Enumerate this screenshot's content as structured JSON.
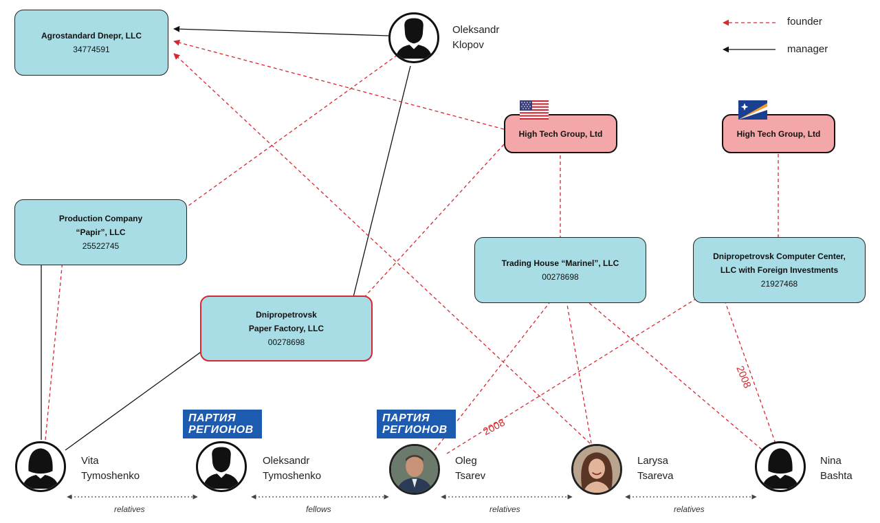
{
  "legend": {
    "founder": "founder",
    "manager": "manager"
  },
  "colors": {
    "founder": "#d7262f",
    "manager": "#111111",
    "company": "#a8dde6",
    "foreign": "#f4a7a9"
  },
  "companies": {
    "agrostandard": {
      "name": "Agrostandard Dnepr, LLC",
      "code": "34774591"
    },
    "papir": {
      "name": "Production Company\n“Papir”, LLC",
      "code": "25522745"
    },
    "paper_factory": {
      "name": "Dnipropetrovsk\nPaper Factory, LLC",
      "code": "00278698"
    },
    "marinel": {
      "name": "Trading House “Marinel”, LLC",
      "code": "00278698"
    },
    "computer_center": {
      "name": "Dnipropetrovsk Computer Center,\nLLC with Foreign Investments",
      "code": "21927468"
    },
    "htg_us": {
      "name": "High Tech Group, Ltd",
      "flag": "usa-flag"
    },
    "htg_mh": {
      "name": "High Tech Group, Ltd",
      "flag": "marshall-islands-flag"
    }
  },
  "people": {
    "klopov": {
      "name": "Oleksandr\nKlopov",
      "icon": "male-silhouette"
    },
    "vita": {
      "name": "Vita\nTymoshenko",
      "icon": "female-silhouette"
    },
    "o_tymoshenko": {
      "name": "Oleksandr\nTymoshenko",
      "icon": "male-silhouette"
    },
    "oleg": {
      "name": "Oleg\nTsarev",
      "icon": "portrait-photo"
    },
    "larysa": {
      "name": "Larysa\nTsareva",
      "icon": "portrait-photo"
    },
    "nina": {
      "name": "Nina\nBashta",
      "icon": "female-silhouette"
    }
  },
  "party_logo": "ПАРТИЯ\nРЕГИОНОВ",
  "relations": {
    "vita_o_tymoshenko": "relatives",
    "o_tymoshenko_oleg": "fellows",
    "oleg_larysa": "relatives",
    "larysa_nina": "relatives"
  },
  "years": {
    "oleg_computer_center": "2008",
    "nina_computer_center": "2008"
  }
}
